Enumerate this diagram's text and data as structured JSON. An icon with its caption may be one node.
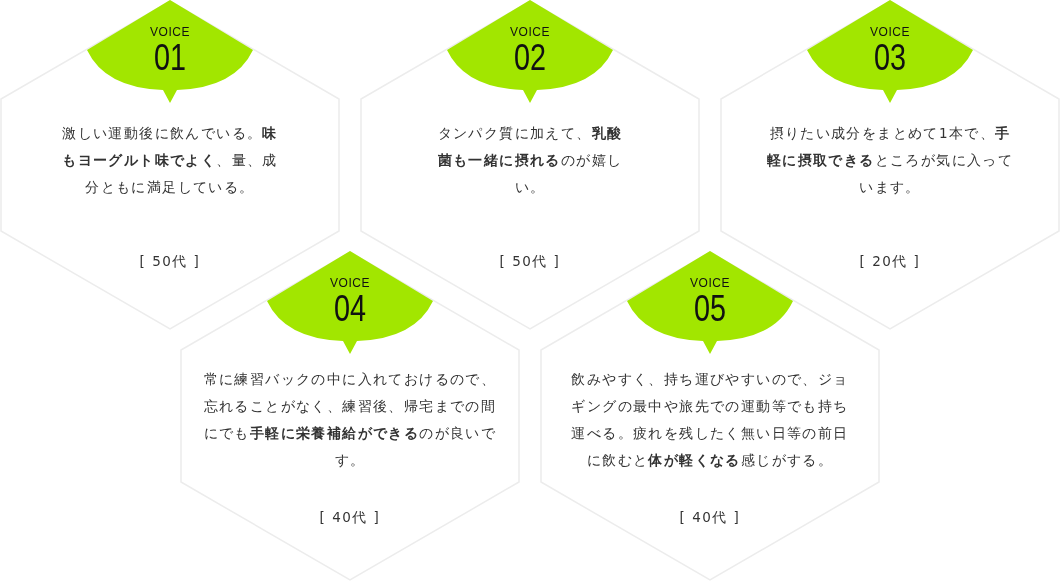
{
  "diagram": {
    "nodes": [
      {
        "text": [
          "激しい運動後に飲んでいる。**味もヨーグルト味でよく**、量、成分ともに満足している。",
          "[ 50代 ]"
        ]
      },
      {
        "text": [
          "VOICE",
          "01"
        ],
        "in": 0
      },
      {
        "text": [
          "タンパク質に加えて、**乳酸菌も一緒に摂れる**のが嬉しい。",
          "[ 50代 ]"
        ]
      },
      {
        "text": [
          "VOICE",
          "02"
        ],
        "in": 2
      },
      {
        "text": [
          "摂りたい成分をまとめて1本で、**手軽に摂取できる**ところが気に入っています。",
          "[ 20代 ]"
        ]
      },
      {
        "text": [
          "VOICE",
          "03"
        ],
        "in": 4
      },
      {
        "text": [
          "常に練習バックの中に入れておけるので、忘れることがなく、練習後、帰宅までの間にでも**手軽に栄養補給ができる**のが良いです。",
          "[ 40代 ]"
        ]
      },
      {
        "text": [
          "VOICE",
          "04"
        ],
        "in": 6
      },
      {
        "text": [
          "飲みやすく、持ち運びやすいので、ジョギングの最中や旅先での運動等でも持ち運べる。疲れを残したく無い日等の前日に飲むと**体が軽くなる**感じがする。",
          "[ 40代 ]"
        ]
      },
      {
        "text": [
          "VOICE",
          "05"
        ],
        "in": 8
      }
    ]
  }
}
